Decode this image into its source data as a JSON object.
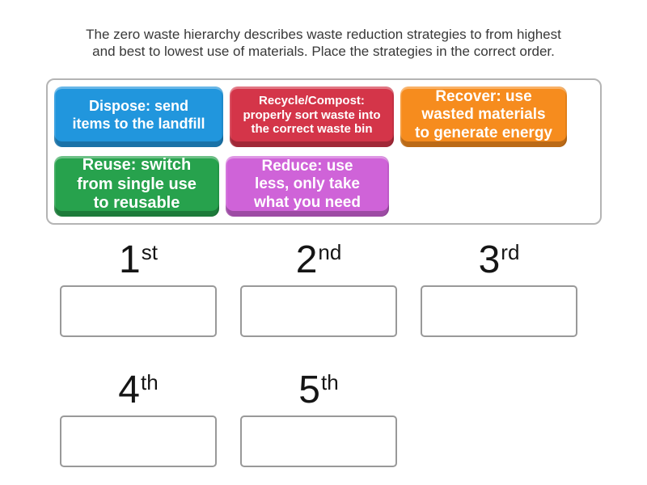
{
  "instructions": {
    "lines": [
      "The zero waste hierarchy describes waste reduction strategies to from highest",
      "and best to lowest use of materials. Place the strategies in the correct order."
    ]
  },
  "tray": {
    "tiles": [
      {
        "name": "dispose",
        "lines": [
          "Dispose: send",
          "items to the landfill"
        ],
        "color": "#2196dd"
      },
      {
        "name": "recycle-compost",
        "lines": [
          "Recycle/Compost:",
          "properly sort waste into",
          "the correct waste bin"
        ],
        "color": "#d43549"
      },
      {
        "name": "recover",
        "lines": [
          "Recover: use",
          "wasted materials",
          "to generate energy"
        ],
        "color": "#f68c1e"
      },
      {
        "name": "reuse",
        "lines": [
          "Reuse: switch",
          "from single use",
          "to reusable"
        ],
        "color": "#27a24d"
      },
      {
        "name": "reduce",
        "lines": [
          "Reduce: use",
          "less, only take",
          "what you need"
        ],
        "color": "#cf63d8"
      }
    ]
  },
  "slots": [
    {
      "number": "1",
      "suffix": "st"
    },
    {
      "number": "2",
      "suffix": "nd"
    },
    {
      "number": "3",
      "suffix": "rd"
    },
    {
      "number": "4",
      "suffix": "th"
    },
    {
      "number": "5",
      "suffix": "th"
    }
  ]
}
